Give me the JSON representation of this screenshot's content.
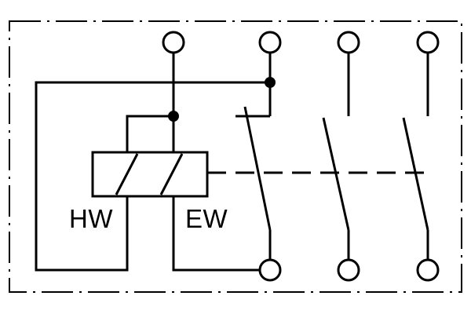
{
  "diagram": {
    "labels": {
      "hw": "HW",
      "ew": "EW"
    },
    "line_color": "#000000",
    "background_color": "#ffffff",
    "enclosure_style": "dash-dot",
    "actuator_linkage_style": "dashed"
  }
}
